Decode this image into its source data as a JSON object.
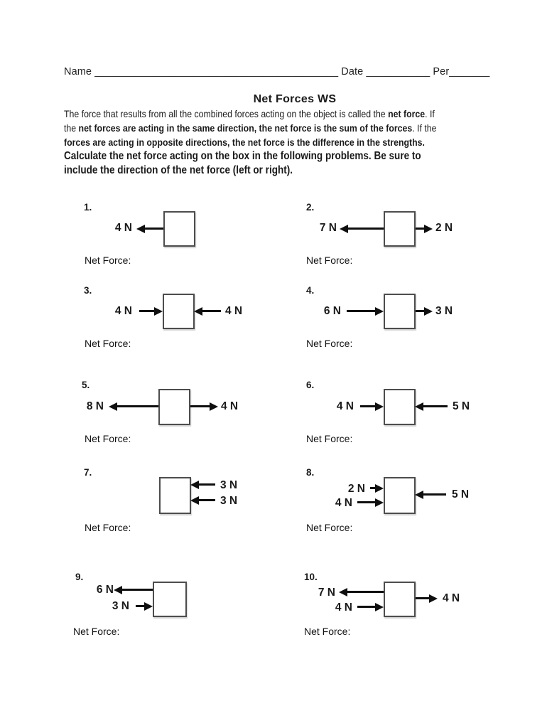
{
  "header": {
    "name_label": "Name",
    "name_blank": "__________________________________________",
    "date_label": "Date",
    "date_blank": "___________",
    "per_label": "Per",
    "per_blank": "_______"
  },
  "title": "Net Forces WS",
  "intro": {
    "lines": [
      [
        {
          "t": "The force that results from all the combined forces acting on the object is called the "
        },
        {
          "t": "net force",
          "b": true
        },
        {
          "t": ". If"
        }
      ],
      [
        {
          "t": "the "
        },
        {
          "t": "net forces are acting in the same direction, the net force is the sum of the forces",
          "b": true
        },
        {
          "t": ". If the"
        }
      ],
      [
        {
          "t": "forces are acting in opposite directions, the net force is the difference in the strengths.",
          "b": true
        }
      ],
      [
        {
          "t": "Calculate the net force acting on the box in the following problems. Be sure to",
          "lg": true
        }
      ],
      [
        {
          "t": "include the direction of the net force (left or right).",
          "lg": true
        }
      ]
    ]
  },
  "labels": {
    "net_force": "Net Force:"
  },
  "problems": [
    {
      "number": "1.",
      "forces": [
        {
          "label": "4 N",
          "side": "left",
          "direction": "left"
        }
      ]
    },
    {
      "number": "2.",
      "forces": [
        {
          "label": "7 N",
          "side": "left",
          "direction": "left"
        },
        {
          "label": "2 N",
          "side": "right",
          "direction": "right"
        }
      ]
    },
    {
      "number": "3.",
      "forces": [
        {
          "label": "4 N",
          "side": "left",
          "direction": "right"
        },
        {
          "label": "4 N",
          "side": "right",
          "direction": "left"
        }
      ]
    },
    {
      "number": "4.",
      "forces": [
        {
          "label": "6 N",
          "side": "left",
          "direction": "right"
        },
        {
          "label": "3 N",
          "side": "right",
          "direction": "right"
        }
      ]
    },
    {
      "number": "5.",
      "forces": [
        {
          "label": "8 N",
          "side": "left",
          "direction": "left"
        },
        {
          "label": "4 N",
          "side": "right",
          "direction": "right"
        }
      ]
    },
    {
      "number": "6.",
      "forces": [
        {
          "label": "4 N",
          "side": "left",
          "direction": "right"
        },
        {
          "label": "5 N",
          "side": "right",
          "direction": "left"
        }
      ]
    },
    {
      "number": "7.",
      "forces": [
        {
          "label": "3 N",
          "side": "right",
          "direction": "left"
        },
        {
          "label": "3 N",
          "side": "right",
          "direction": "left"
        }
      ]
    },
    {
      "number": "8.",
      "forces": [
        {
          "label": "2 N",
          "side": "left",
          "direction": "right"
        },
        {
          "label": "4 N",
          "side": "left",
          "direction": "right"
        },
        {
          "label": "5 N",
          "side": "right",
          "direction": "left"
        }
      ]
    },
    {
      "number": "9.",
      "forces": [
        {
          "label": "6 N",
          "side": "left",
          "direction": "left"
        },
        {
          "label": "3 N",
          "side": "left",
          "direction": "right"
        }
      ]
    },
    {
      "number": "10.",
      "forces": [
        {
          "label": "7 N",
          "side": "left",
          "direction": "left"
        },
        {
          "label": "4 N",
          "side": "left",
          "direction": "right"
        },
        {
          "label": "4 N",
          "side": "right",
          "direction": "right"
        }
      ]
    }
  ]
}
